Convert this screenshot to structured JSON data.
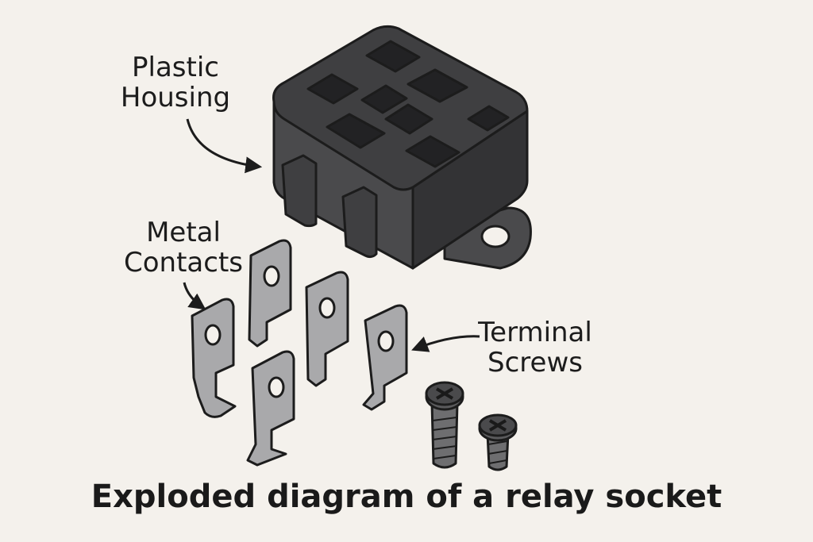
{
  "title": "Exploded diagram of a relay socket",
  "labels": {
    "housing": [
      "Plastic",
      "Housing"
    ],
    "contacts": [
      "Metal",
      "Contacts"
    ],
    "screws": [
      "Terminal",
      "Screws"
    ]
  },
  "colors": {
    "background": "#f4f1ec",
    "housing": "#3b3b3d",
    "metal": "#a9a9ab",
    "outline": "#1c1c1c"
  }
}
